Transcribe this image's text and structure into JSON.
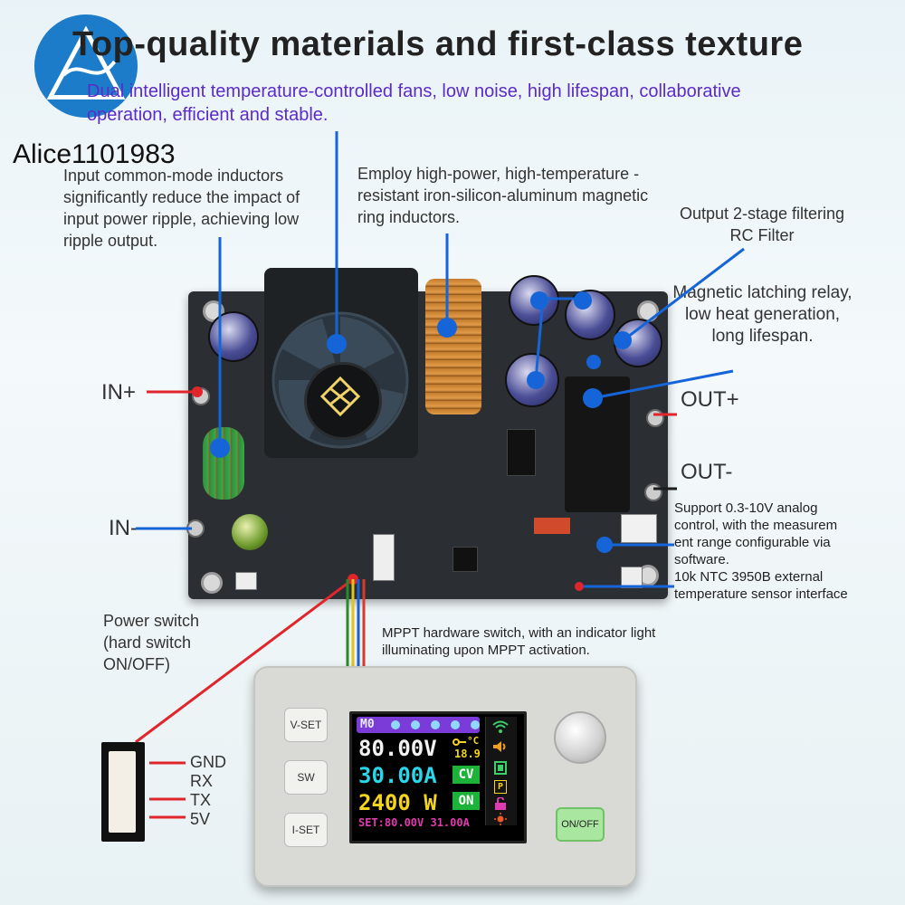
{
  "heading": {
    "title": "Top-quality materials and first-class texture",
    "subtitle": "Dual intelligent temperature-controlled fans, low noise, high lifespan, collaborative operation, efficient and stable."
  },
  "watermark": "Alice1101983",
  "callouts": {
    "input_inductor": "Input common-mode inductors significantly reduce the impact of input power ripple, achieving low ripple output.",
    "ring_inductor": "Employ high-power, high-temperature -resistant iron-silicon-aluminum magnetic ring inductors.",
    "output_filter_1": "Output 2-stage filtering",
    "output_filter_2": "RC Filter",
    "relay": "Magnetic latching relay, low heat generation, long lifespan.",
    "analog": "Support 0.3-10V analog control, with the measurem ent range configurable via software.",
    "ntc": "10k NTC 3950B external temperature sensor interface",
    "mppt": "MPPT hardware switch, with an indicator light illuminating upon MPPT activation.",
    "power_switch": "Power switch (hard switch ON/OFF)"
  },
  "terminals": {
    "in_plus": "IN+",
    "in_minus": "IN-",
    "out_plus": "OUT+",
    "out_minus": "OUT-"
  },
  "pins": [
    "GND",
    "RX",
    "TX",
    "5V"
  ],
  "controller": {
    "buttons": [
      "V-SET",
      "SW",
      "I-SET"
    ],
    "onoff_label": "ON/OFF",
    "screen": {
      "mode": "M0",
      "voltage": "80.00V",
      "current": "30.00A",
      "power": "2400 W",
      "temp_unit": "°C",
      "temp": "18.9",
      "cv_badge": "CV",
      "on_badge": "ON",
      "p_badge": "P",
      "set_line": "SET:80.00V 31.00A"
    }
  },
  "colors": {
    "subtitle": "#5a2bc8",
    "callout_line": "#1565d8",
    "in_plus_line": "#e0262b",
    "voltage": "#f2f2f2",
    "current": "#29d7ea",
    "power": "#f4d41c",
    "badge_green": "#1db33a"
  },
  "icons": [
    "brand-logo-icon",
    "wifi-icon",
    "speaker-icon",
    "battery-icon",
    "lock-icon",
    "brightness-icon",
    "thermometer-key-icon"
  ]
}
